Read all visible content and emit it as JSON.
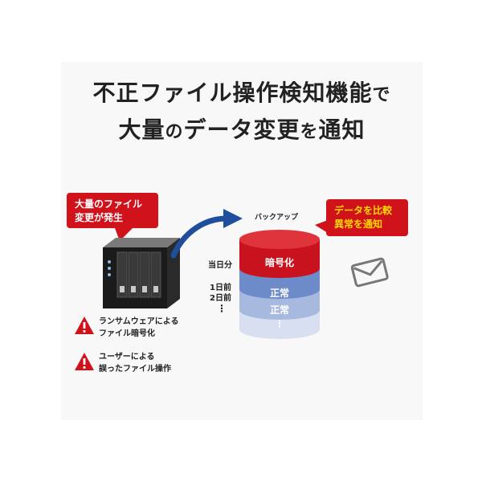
{
  "title": {
    "line1_part1": "不正ファイル操作検知機能",
    "line1_part2": "で",
    "line2_part1": "大量",
    "line2_part2": "の",
    "line2_part3": "データ変更",
    "line2_part4": "を",
    "line2_part5": "通知"
  },
  "bubble_left": {
    "line1": "大量のファイル",
    "line2": "変更が発生"
  },
  "bubble_right": {
    "line1": "データを比較",
    "line2": "異常を通知"
  },
  "backup_label": "バックアップ",
  "generations": {
    "today": "当日分",
    "day1": "1日前",
    "day2": "2日前",
    "more": "⋮"
  },
  "disks": {
    "top": "暗号化",
    "second": "正常",
    "third": "正常",
    "more": "⋮"
  },
  "warnings": [
    {
      "line1": "ランサムウェアによる",
      "line2": "ファイル暗号化"
    },
    {
      "line1": "ユーザーによる",
      "line2": "誤ったファイル操作"
    }
  ],
  "colors": {
    "alert_red": "#d0121b",
    "alert_yellow": "#ffd800",
    "arrow_blue": "#1f4f9c",
    "disk_blue": "#5f7fbf"
  },
  "icons": {
    "mail": "mail-icon",
    "warning": "warning-icon",
    "nas": "nas-device-icon",
    "arrow": "curved-arrow-icon"
  }
}
